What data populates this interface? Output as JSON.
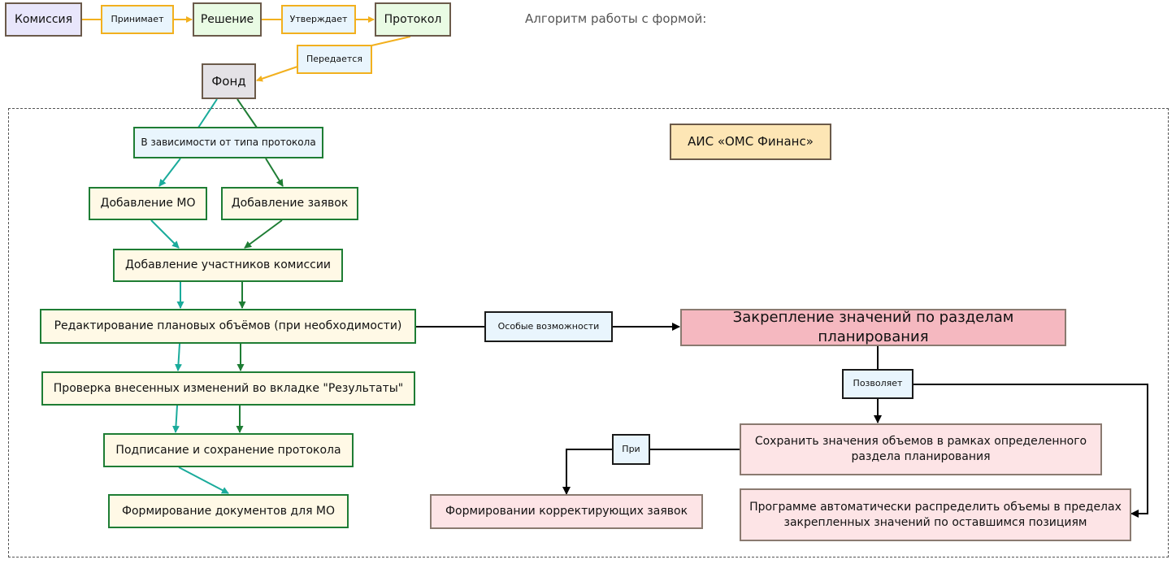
{
  "page_title": "Алгоритм работы с формой:",
  "top_flow": {
    "komissiya": "Комиссия",
    "prinimaet": "Принимает",
    "reshenie": "Решение",
    "utverzhdaet": "Утверждает",
    "protokol": "Протокол",
    "peredaetsya": "Передается",
    "fond": "Фонд"
  },
  "ais": {
    "title": "АИС «ОМС Финанс»",
    "depends": "В зависимости от типа протокола",
    "add_mo": "Добавление МО",
    "add_requests": "Добавление заявок",
    "add_members": "Добавление участников комиссии",
    "edit_volumes": "Редактирование плановых объёмов (при необходимости)",
    "check_changes": "Проверка внесенных изменений во вкладке \"Результаты\"",
    "sign_save": "Подписание и сохранение протокола",
    "form_docs": "Формирование документов для МО",
    "special": "Особые возможности",
    "fix_values": "Закрепление значений по разделам планирования",
    "allows": "Позволяет",
    "save_values": "Сохранить значения объемов в рамках определенного раздела планирования",
    "when": "При",
    "corrective": "Формировании корректирующих заявок",
    "auto_distribute": "Программе автоматически распределить объемы в пределах закрепленных значений по оставшимся позициям"
  },
  "colors": {
    "orange_border": "#f2b01e",
    "green_border": "#1e7d34",
    "teal_arrow": "#1aab9b",
    "pink_fill": "#f5b8c0",
    "light_pink_fill": "#fde4e6"
  }
}
